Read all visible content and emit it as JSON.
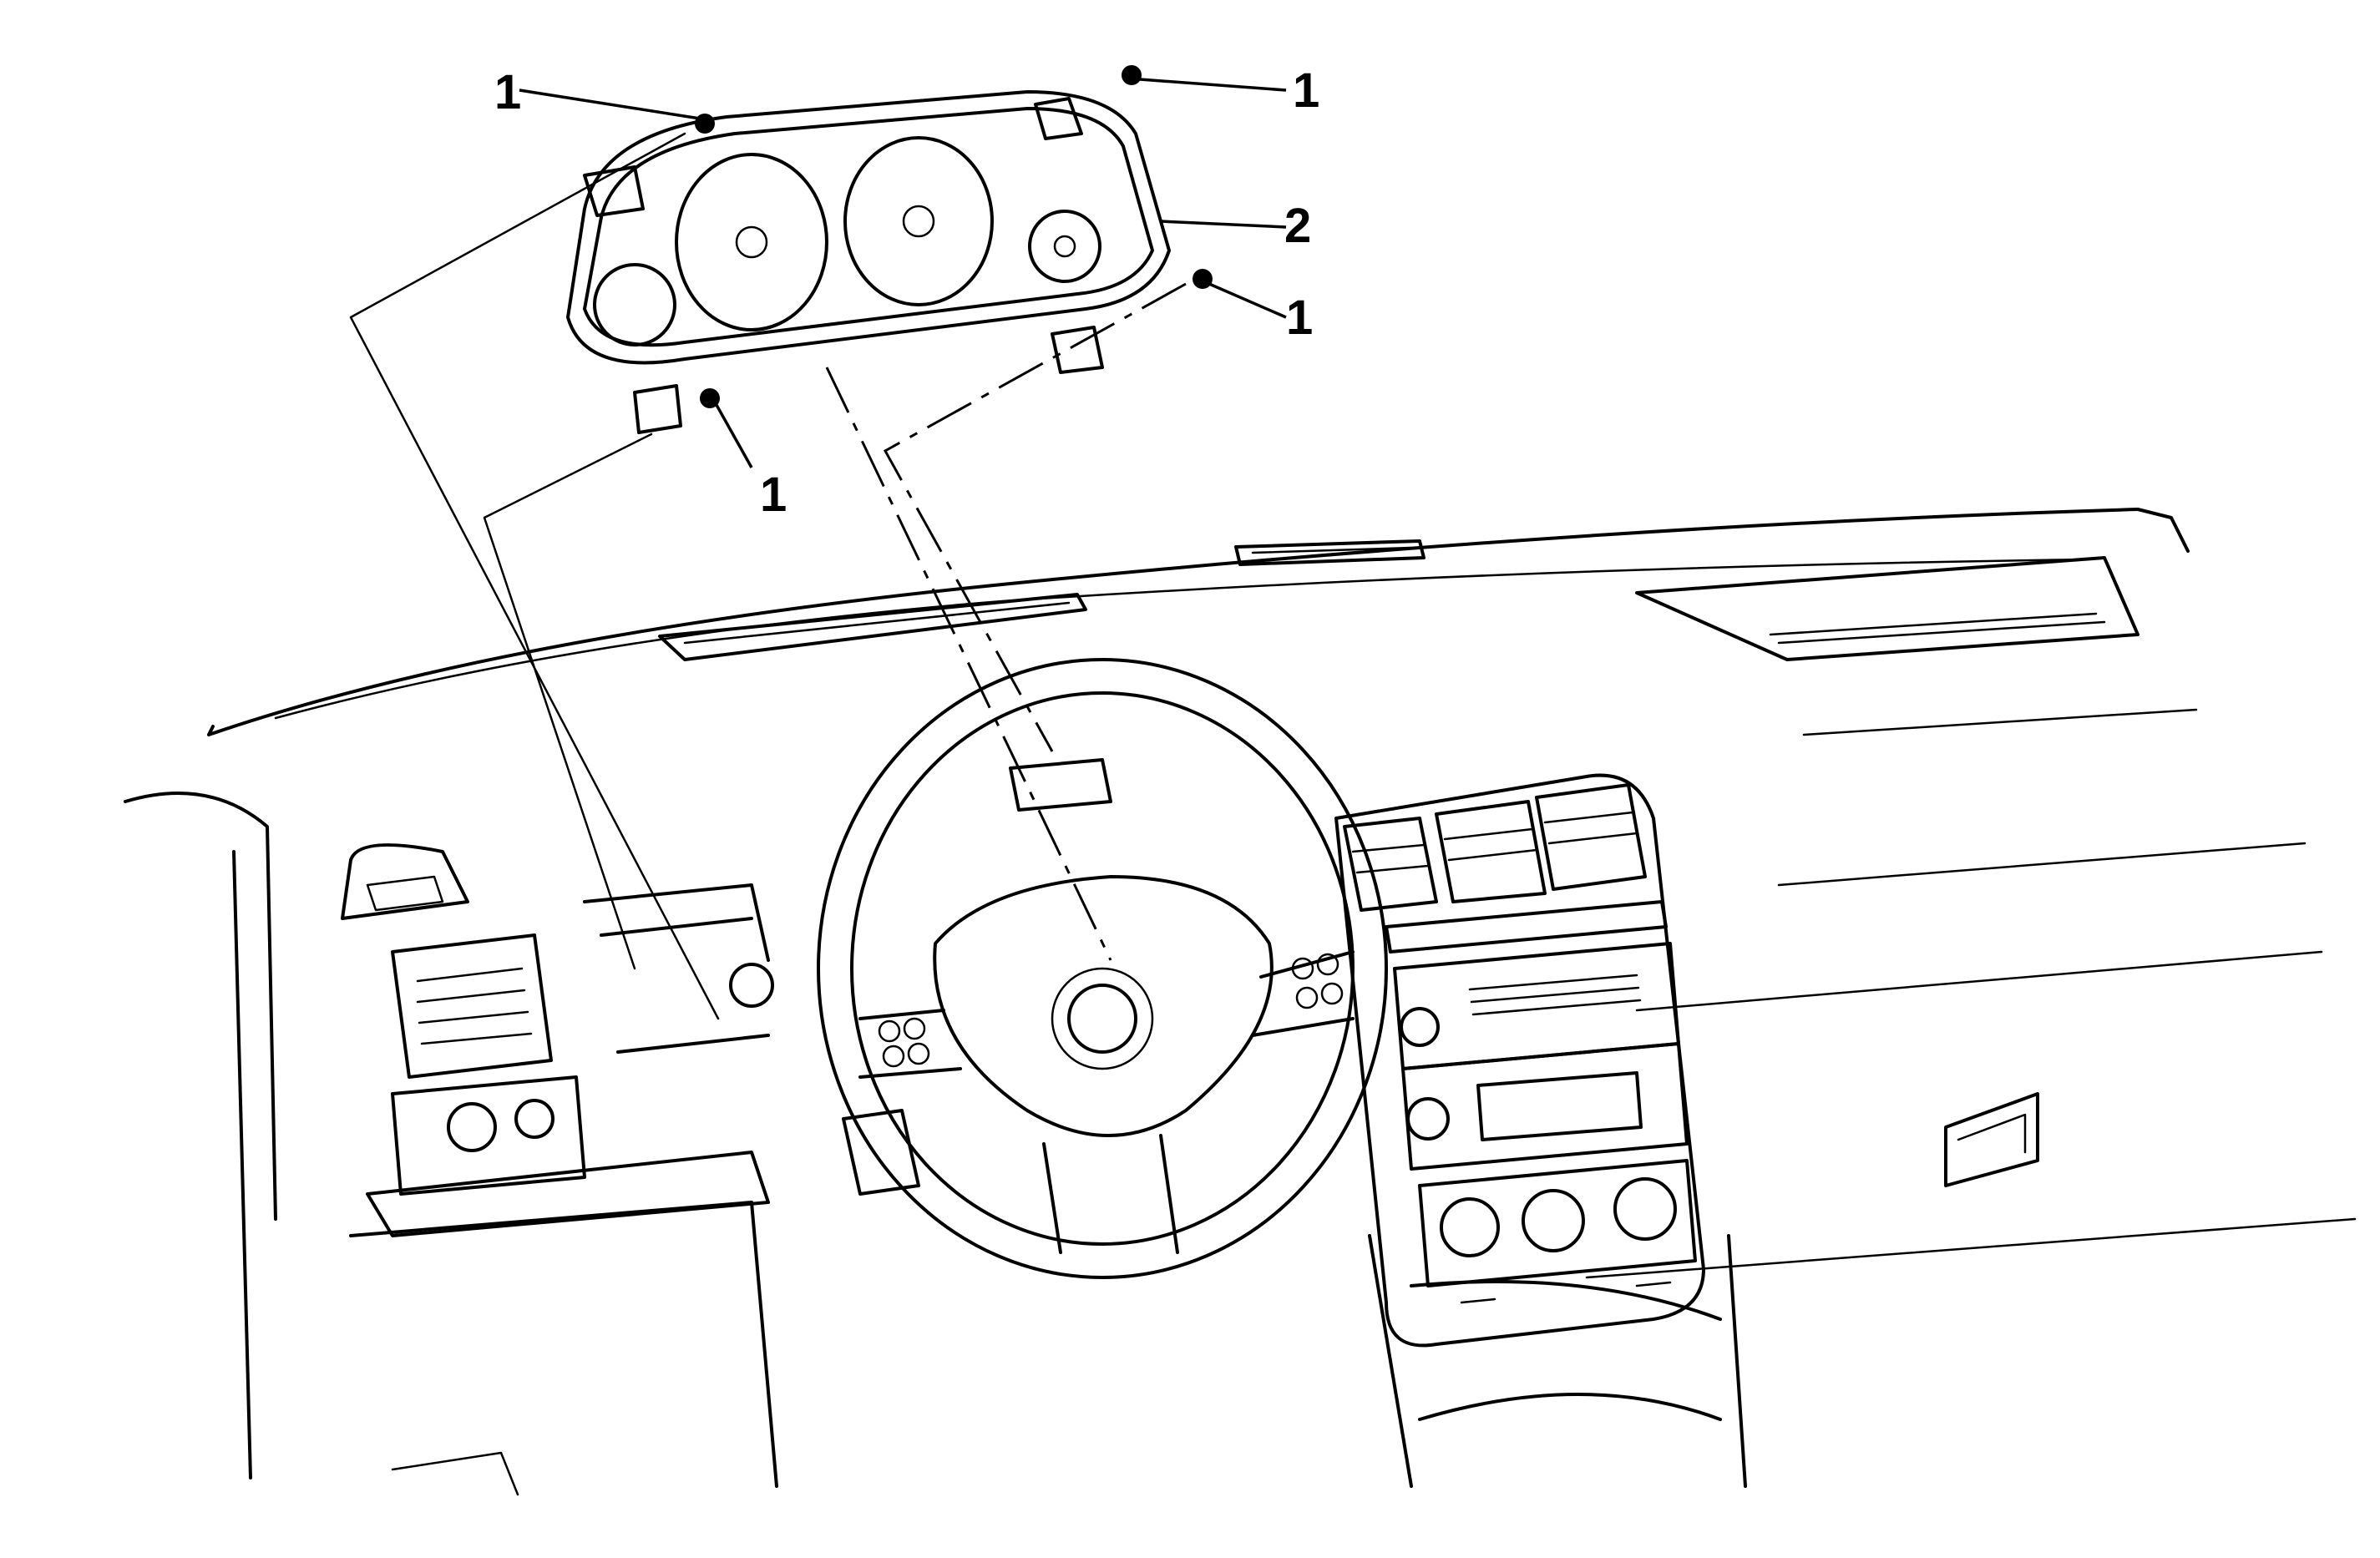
{
  "callouts": [
    {
      "id": "fastener-top-left",
      "text": "1"
    },
    {
      "id": "fastener-top-right",
      "text": "1"
    },
    {
      "id": "cluster",
      "text": "2"
    },
    {
      "id": "fastener-bottom-right",
      "text": "1"
    },
    {
      "id": "fastener-bottom-left",
      "text": "1"
    }
  ]
}
